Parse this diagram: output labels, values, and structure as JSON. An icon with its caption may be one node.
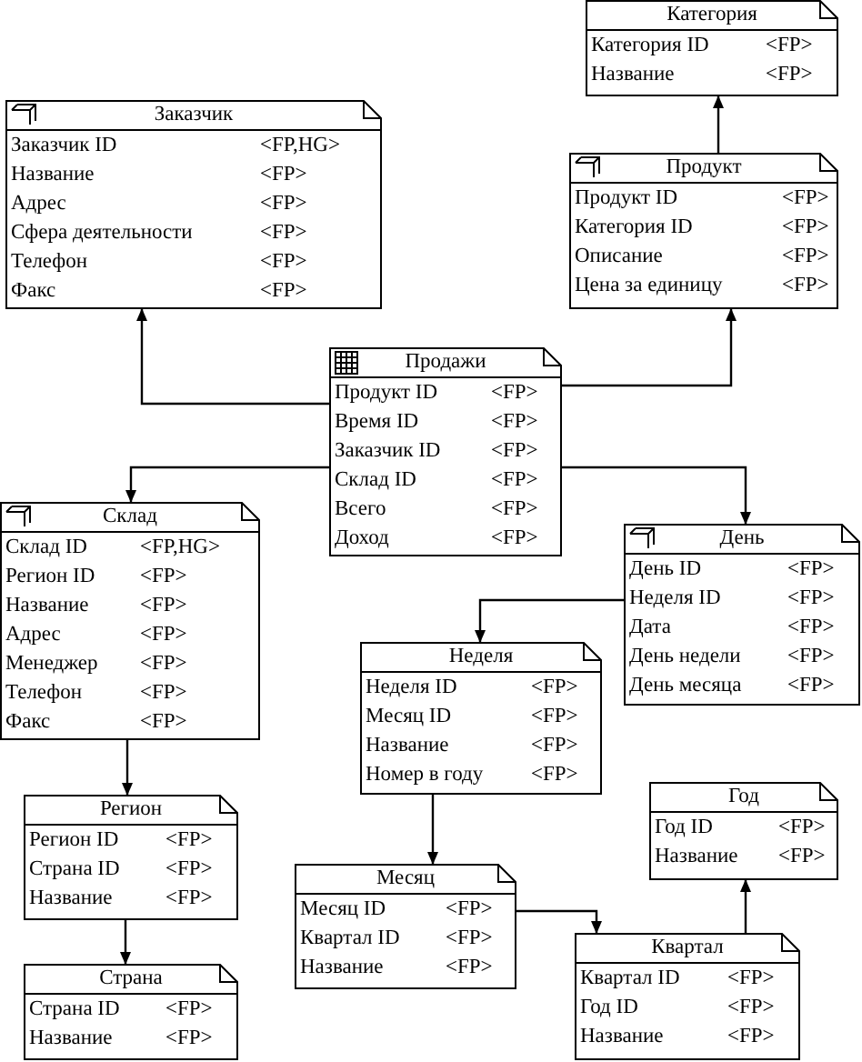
{
  "diagram": {
    "nodes": [
      {
        "text": [
          "Категория",
          "Категория ID",
          "<FP>",
          "Название",
          "<FP>"
        ]
      },
      {
        "text": [
          "Заказчик",
          "Заказчик ID",
          "<FP,HG>",
          "Название",
          "<FP>",
          "Адрес",
          "<FP>",
          "Сфера деятельности",
          "<FP>",
          "Телефон",
          "<FP>",
          "Факс",
          "<FP>"
        ]
      },
      {
        "text": [
          "Продукт",
          "Продукт ID",
          "<FP>",
          "Категория ID",
          "<FP>",
          "Описание",
          "<FP>",
          "Цена за единицу",
          "<FP>"
        ]
      },
      {
        "text": [
          "Продажи",
          "Продукт ID",
          "<FP>",
          "Время ID",
          "<FP>",
          "Заказчик ID",
          "<FP>",
          "Склад ID",
          "<FP>",
          "Всего",
          "<FP>",
          "Доход",
          "<FP>"
        ]
      },
      {
        "text": [
          "Склад",
          "Склад ID",
          "<FP,HG>",
          "Регион ID",
          "<FP>",
          "Название",
          "<FP>",
          "Адрес",
          "<FP>",
          "Менеджер",
          "<FP>",
          "Телефон",
          "<FP>",
          "Факс",
          "<FP>"
        ]
      },
      {
        "text": [
          "День",
          "День ID",
          "<FP>",
          "Неделя ID",
          "<FP>",
          "Дата",
          "<FP>",
          "День недели",
          "<FP>",
          "День месяца",
          "<FP>"
        ]
      },
      {
        "text": [
          "Неделя",
          "Неделя ID",
          "<FP>",
          "Месяц ID",
          "<FP>",
          "Название",
          "<FP>",
          "Номер в году",
          "<FP>"
        ]
      },
      {
        "text": [
          "Регион",
          "Регион ID",
          "<FP>",
          "Страна ID",
          "<FP>",
          "Название",
          "<FP>"
        ]
      },
      {
        "text": [
          "Год",
          "Год ID",
          "<FP>",
          "Название",
          "<FP>"
        ]
      },
      {
        "text": [
          "Месяц",
          "Месяц ID",
          "<FP>",
          "Квартал ID",
          "<FP>",
          "Название",
          "<FP>"
        ]
      },
      {
        "text": [
          "Квартал",
          "Квартал ID",
          "<FP>",
          "Год ID",
          "<FP>",
          "Название",
          "<FP>"
        ]
      },
      {
        "text": [
          "Страна",
          "Страна ID",
          "<FP>",
          "Название",
          "<FP>"
        ]
      }
    ],
    "edges": [
      {
        "from": 3,
        "to": 1,
        "arrow": "to"
      },
      {
        "from": 3,
        "to": 2,
        "arrow": "to"
      },
      {
        "from": 2,
        "to": 0,
        "arrow": "to"
      },
      {
        "from": 3,
        "to": 4,
        "arrow": "to"
      },
      {
        "from": 3,
        "to": 5,
        "arrow": "to"
      },
      {
        "from": 5,
        "to": 6,
        "arrow": "to"
      },
      {
        "from": 6,
        "to": 9,
        "arrow": "to"
      },
      {
        "from": 9,
        "to": 10,
        "arrow": "to"
      },
      {
        "from": 10,
        "to": 8,
        "arrow": "to"
      },
      {
        "from": 4,
        "to": 7,
        "arrow": "to"
      },
      {
        "from": 7,
        "to": 11,
        "arrow": "to"
      }
    ]
  }
}
